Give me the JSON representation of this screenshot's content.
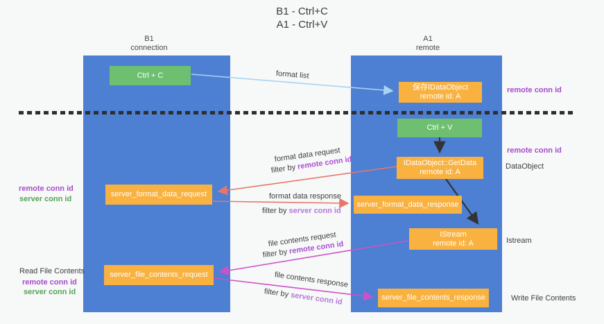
{
  "title": {
    "line1": "B1 - Ctrl+C",
    "line2": "A1 - Ctrl+V"
  },
  "columns": {
    "left": {
      "name": "B1",
      "subtitle": "connection"
    },
    "right": {
      "name": "A1",
      "subtitle": "remote"
    }
  },
  "boxes": {
    "ctrl_c": "Ctrl + C",
    "ctrl_v": "Ctrl + V",
    "save_idataobject": {
      "line1": "保存IDataObject",
      "line2": "remote id: A"
    },
    "getdata": {
      "line1": "IDataObject::GetData",
      "line2": "remote id: A"
    },
    "istream": {
      "line1": "IStream",
      "line2": "remote id: A"
    },
    "format_request": "server_format_data_request",
    "format_response": "server_format_data_response",
    "file_request": "server_file_contents_request",
    "file_response": "server_file_contents_response"
  },
  "arrow_labels": {
    "format_list": "format list",
    "format_data_request": "format data request",
    "filter_remote_1": {
      "prefix": "filter by ",
      "id": "remote conn id"
    },
    "format_data_response": "format data response",
    "filter_server_1": {
      "prefix": "filter by ",
      "id": "server conn id"
    },
    "file_contents_request": "file contents request",
    "filter_remote_2": {
      "prefix": "filter by ",
      "id": "remote conn id"
    },
    "file_contents_response": "file contents response",
    "filter_server_2": {
      "prefix": "filter by ",
      "id": "server conn id"
    }
  },
  "side_labels": {
    "right_remote_conn_1": "remote conn id",
    "right_remote_conn_2": "remote conn id",
    "dataobject": "DataObject",
    "istream": "Istream",
    "write_file_contents": "Write File Contents",
    "left_remote_conn_1": "remote conn id",
    "left_server_conn_1": "server conn id",
    "read_file_contents": "Read File Contents",
    "left_remote_conn_2": "remote conn id",
    "left_server_conn_2": "server conn id"
  },
  "colors": {
    "lane_blue": "#4d7fd3",
    "box_green": "#6ebf70",
    "box_orange": "#f9b140",
    "arrow_lightblue": "#a9d3f1",
    "arrow_red": "#e8756d",
    "arrow_magenta": "#cc52c8",
    "arrow_black": "#333333",
    "text_purple": "#a54ccd",
    "text_green": "#55a356",
    "background": "#f7f8f8"
  }
}
